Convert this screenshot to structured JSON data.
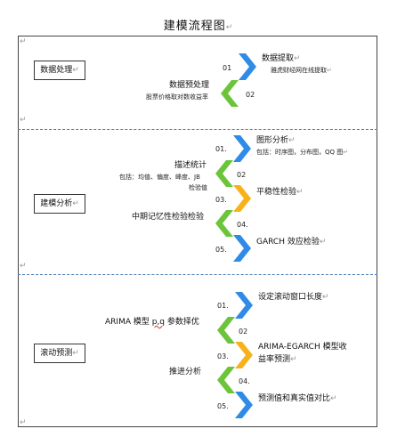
{
  "title": "建模流程图",
  "sections": [
    {
      "name": "数据处理",
      "steps": [
        {
          "num": "01",
          "label": "数据提取",
          "sub": "雅虎财经网在线提取"
        },
        {
          "num": "02",
          "label": "数据预处理",
          "sub": "股票价格取对数收益率"
        }
      ]
    },
    {
      "name": "建模分析",
      "steps": [
        {
          "num": "01",
          "label": "图形分析",
          "sub": "包括：时序图，分布图，QQ 图"
        },
        {
          "num": "02",
          "label": "描述统计",
          "sub": "包括：均值、偏度、峰度、JB",
          "sub2": "检验值"
        },
        {
          "num": "03",
          "label": "平稳性检验"
        },
        {
          "num": "04",
          "label": "中期记忆性检验检验"
        },
        {
          "num": "05",
          "label": "GARCH 效应检验"
        }
      ]
    },
    {
      "name": "滚动预测",
      "steps": [
        {
          "num": "01",
          "label": "设定滚动窗口长度"
        },
        {
          "num": "02",
          "label_prefix": "ARIMA 模型 ",
          "label_pq": "p,q",
          "label_suffix": " 参数择优"
        },
        {
          "num": "03",
          "label": "ARIMA-EGARCH 模型收",
          "label2": "益率预测"
        },
        {
          "num": "04",
          "label": "推进分析"
        },
        {
          "num": "05",
          "label": "预测值和真实值对比"
        }
      ]
    }
  ],
  "colors": {
    "blue": "#2f8be6",
    "green": "#6cc43b",
    "orange": "#f7b21b",
    "divider": "#4f7fb8"
  }
}
